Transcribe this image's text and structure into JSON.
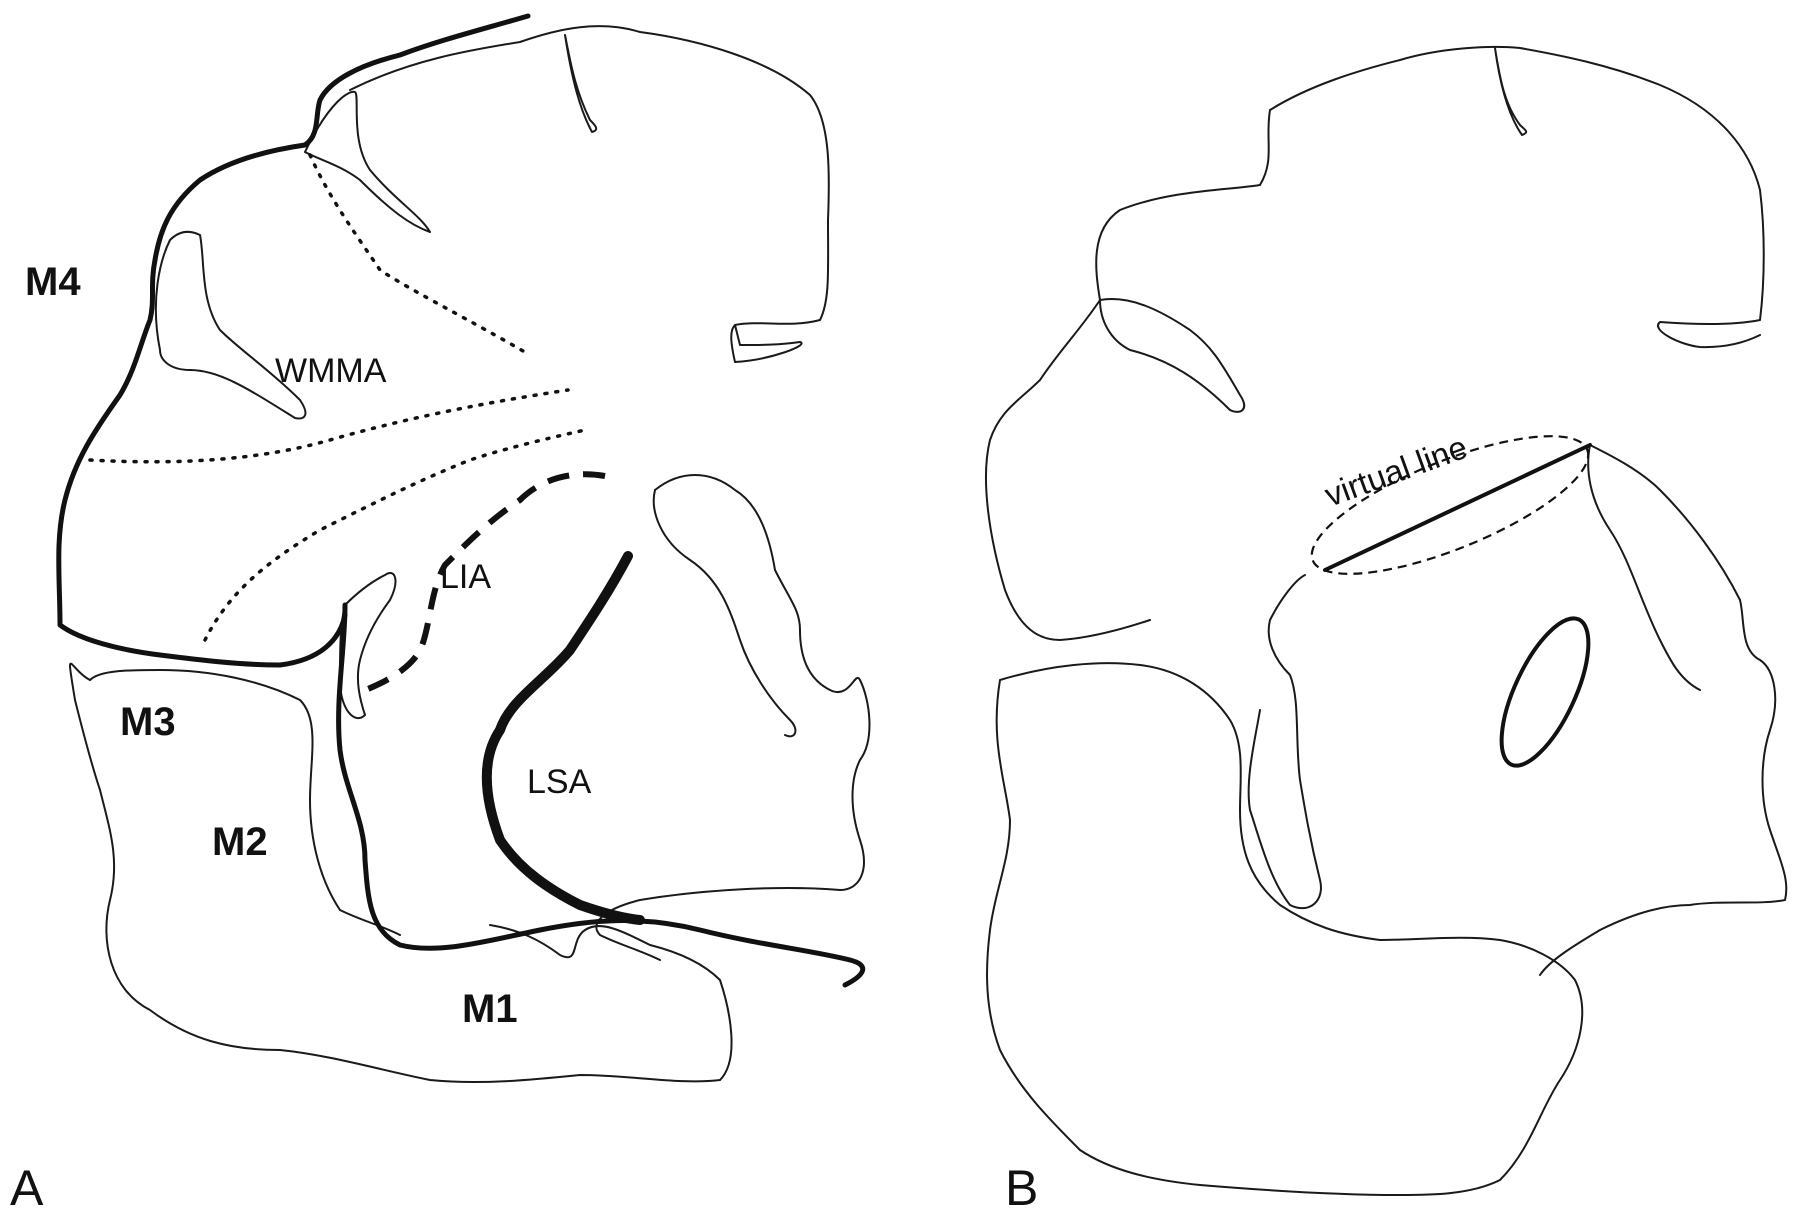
{
  "panels": {
    "a": {
      "letter": "A"
    },
    "b": {
      "letter": "B"
    }
  },
  "labels": {
    "m1": "M1",
    "m2": "M2",
    "m3": "M3",
    "m4": "M4",
    "wmma": "WMMA",
    "lia": "LIA",
    "lsa": "LSA",
    "virtual_line": "virtual line"
  },
  "colors": {
    "line": "#111111",
    "background": "#ffffff"
  }
}
